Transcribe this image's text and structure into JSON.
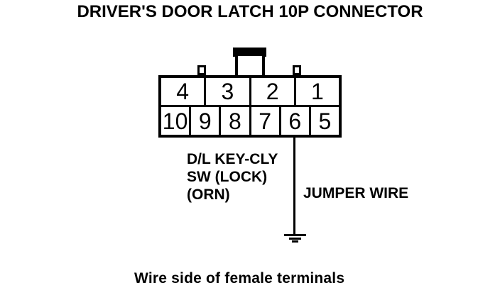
{
  "title": "DRIVER'S DOOR LATCH 10P CONNECTOR",
  "connector": {
    "pin_rows": {
      "top": [
        "4",
        "3",
        "2",
        "1"
      ],
      "bottom": [
        "10",
        "9",
        "8",
        "7",
        "6",
        "5"
      ]
    }
  },
  "annotations": {
    "terminal_label_lines": [
      "D/L KEY-CLY",
      "SW (LOCK)",
      "(ORN)"
    ],
    "jumper_label": "JUMPER WIRE",
    "caption": "Wire side of female terminals"
  },
  "icons": {
    "latch": "connector-latch-icon",
    "key_tabs": "connector-key-tab-icon",
    "ground": "ground-icon"
  },
  "colors": {
    "ink": "#000000",
    "background": "#ffffff"
  }
}
